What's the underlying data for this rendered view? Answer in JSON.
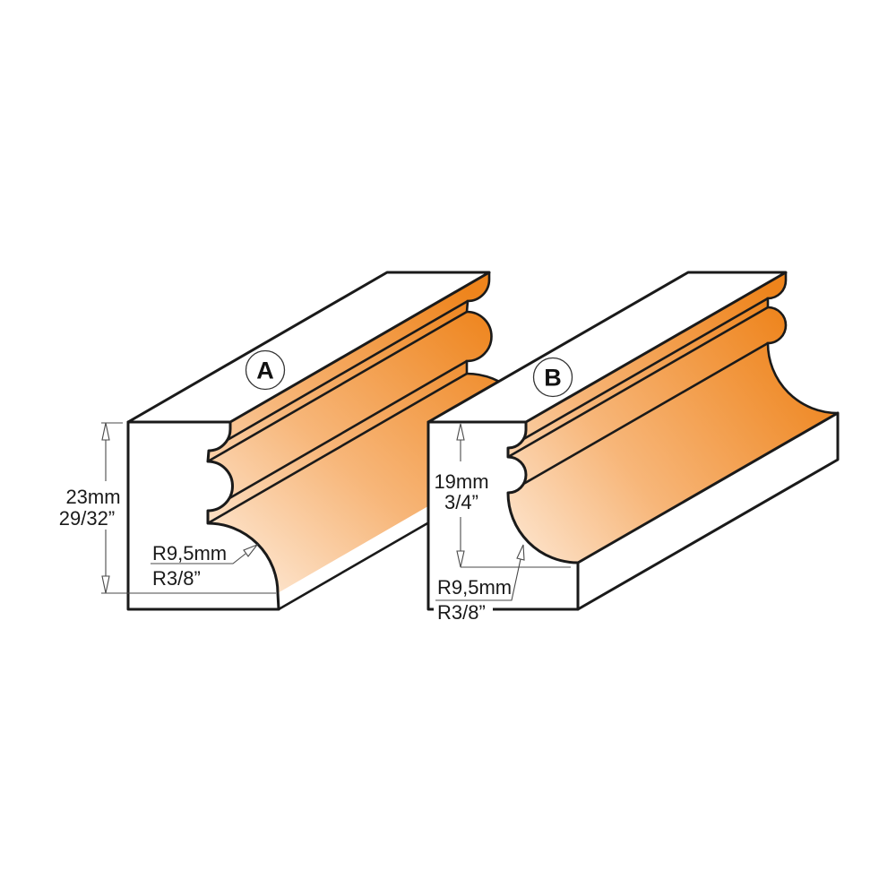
{
  "profiles": [
    {
      "label": "A",
      "height_mm": "23mm",
      "height_in": "29/32”",
      "radius_mm": "R9,5mm",
      "radius_in": "R3/8”"
    },
    {
      "label": "B",
      "height_mm": "19mm",
      "height_in": "3/4”",
      "radius_mm": "R9,5mm",
      "radius_in": "R3/8”"
    }
  ],
  "colors": {
    "orange_deep": "#ee841c",
    "orange_mid": "#f7b679",
    "orange_light": "#fde6d0",
    "outline": "#1a1a1a",
    "dimension_line": "#4a4a4a",
    "background": "#ffffff"
  }
}
